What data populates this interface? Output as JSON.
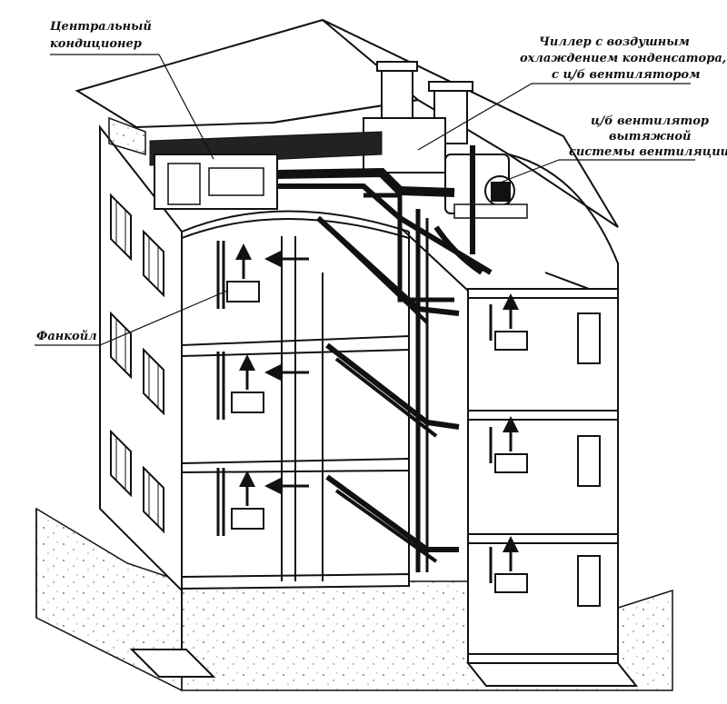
{
  "labels": {
    "central_ac_line1": "Центральный",
    "central_ac_line2": "кондиционер",
    "chiller_line1": "Чиллер с воздушным",
    "chiller_line2": "охлаждением конденсатора,",
    "chiller_line3": "с ц/б вентилятором",
    "fan_line1": "ц/б вентилятор",
    "fan_line2": "вытяжной",
    "fan_line3": "системы вентиляции",
    "fancoil": "Фанкойл"
  },
  "colors": {
    "ink": "#111111",
    "paper": "#ffffff",
    "ground": "#f2f2f2"
  }
}
